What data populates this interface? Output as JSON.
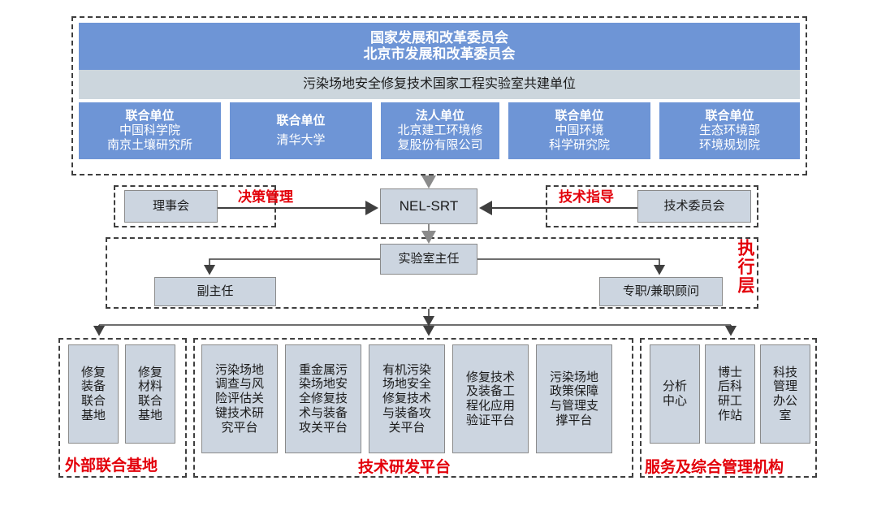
{
  "top_section": {
    "header_lines": [
      "国家发展和改革委员会",
      "北京市发展和改革委员会"
    ],
    "subtitle": "污染场地安全修复技术国家工程实验室共建单位",
    "units": [
      {
        "role": "联合单位",
        "name_lines": [
          "中国科学院",
          "南京土壤研究所"
        ]
      },
      {
        "role": "联合单位",
        "name_lines": [
          "清华大学"
        ]
      },
      {
        "role": "法人单位",
        "name_lines": [
          "北京建工环境修",
          "复股份有限公司"
        ]
      },
      {
        "role": "联合单位",
        "name_lines": [
          "中国环境",
          "科学研究院"
        ]
      },
      {
        "role": "联合单位",
        "name_lines": [
          "生态环境部",
          "环境规划院"
        ]
      }
    ]
  },
  "governance": {
    "board": "理事会",
    "decision_label": "决策管理",
    "center": "NEL-SRT",
    "guidance_label": "技术指导",
    "tech_committee": "技术委员会"
  },
  "executive": {
    "director": "实验室主任",
    "deputy": "副主任",
    "advisor": "专职/兼职顾问",
    "layer_label": "执行层"
  },
  "bottom": {
    "external_bases": {
      "label": "外部联合基地",
      "items": [
        [
          "修复",
          "装备",
          "联合",
          "基地"
        ],
        [
          "修复",
          "材料",
          "联合",
          "基地"
        ]
      ]
    },
    "rd_platforms": {
      "label": "技术研发平台",
      "items": [
        [
          "污染场地",
          "调查与风",
          "险评估关",
          "键技术研",
          "究平台"
        ],
        [
          "重金属污",
          "染场地安",
          "全修复技",
          "术与装备",
          "攻关平台"
        ],
        [
          "有机污染",
          "场地安全",
          "修复技术",
          "与装备攻",
          "关平台"
        ],
        [
          "修复技术",
          "及装备工",
          "程化应用",
          "验证平台"
        ],
        [
          "污染场地",
          "政策保障",
          "与管理支",
          "撑平台"
        ]
      ]
    },
    "service_org": {
      "label": "服务及综合管理机构",
      "items": [
        [
          "分析",
          "中心"
        ],
        [
          "博士",
          "后科",
          "研工",
          "作站"
        ],
        [
          "科技",
          "管理",
          "办公",
          "室"
        ]
      ]
    }
  },
  "colors": {
    "blue": "#6e95d6",
    "band": "#ccd6dd",
    "box": "#ccd5e0",
    "red": "#e3000a",
    "dash": "#3f3f3f"
  }
}
